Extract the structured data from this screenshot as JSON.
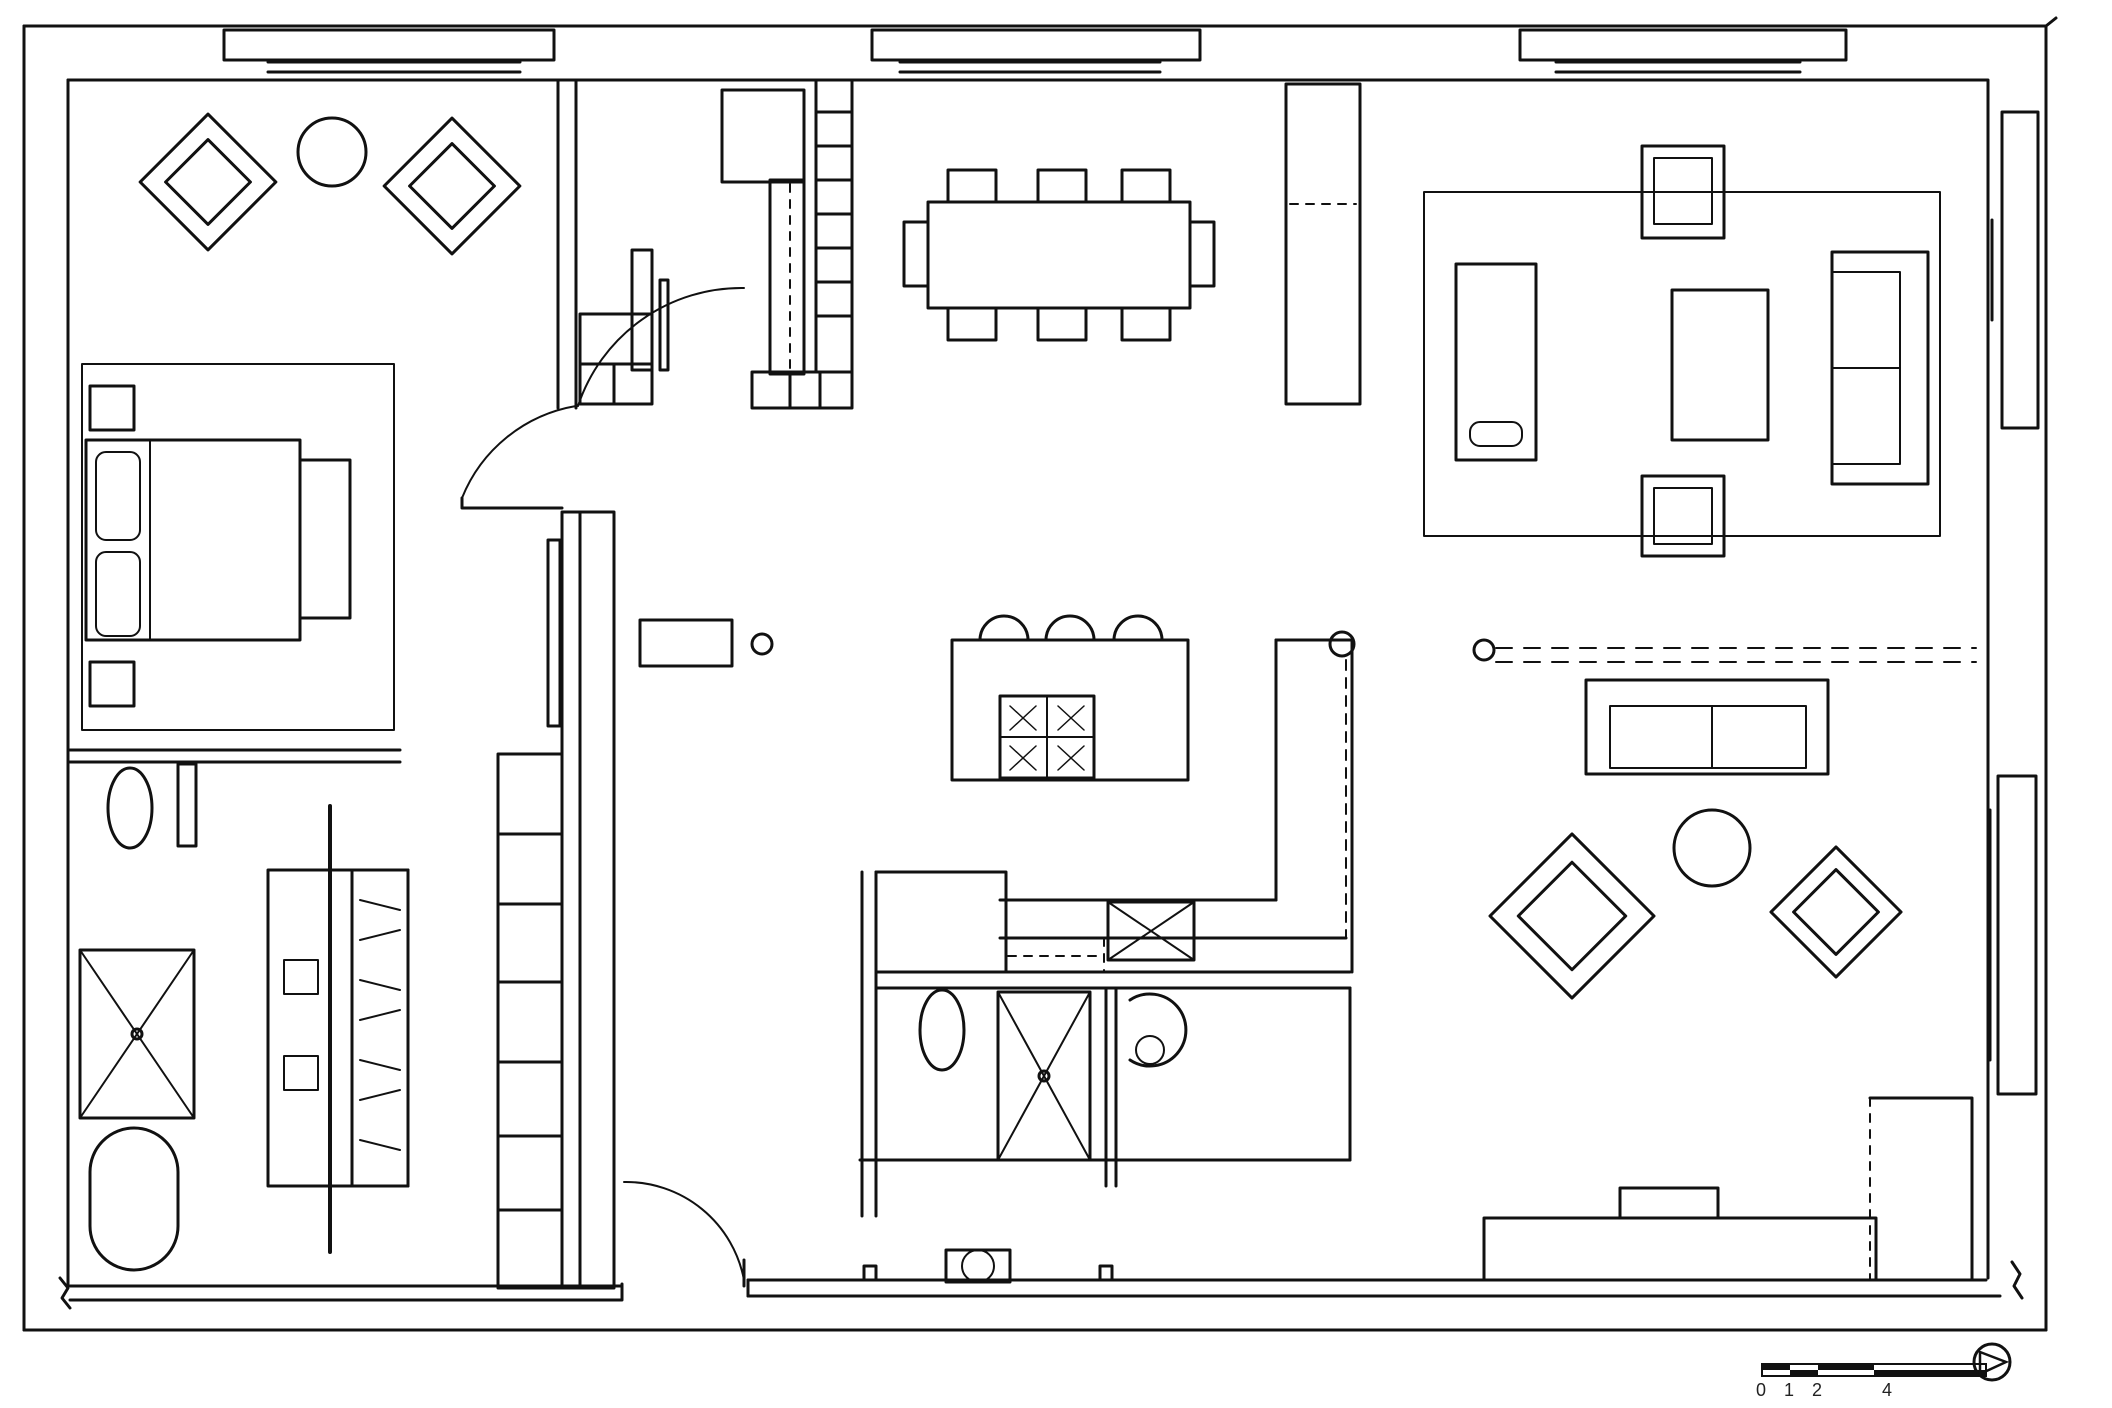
{
  "drawing": {
    "type": "floor-plan",
    "style": "hand-drawn ink",
    "line_color": "#111111",
    "shadow_color": "#9a9a9a",
    "paper_color": "#ffffff"
  },
  "scale_bar": {
    "ticks": [
      "0",
      "1",
      "2",
      "4"
    ]
  },
  "north_arrow": {
    "icon": "north-arrow-icon"
  }
}
